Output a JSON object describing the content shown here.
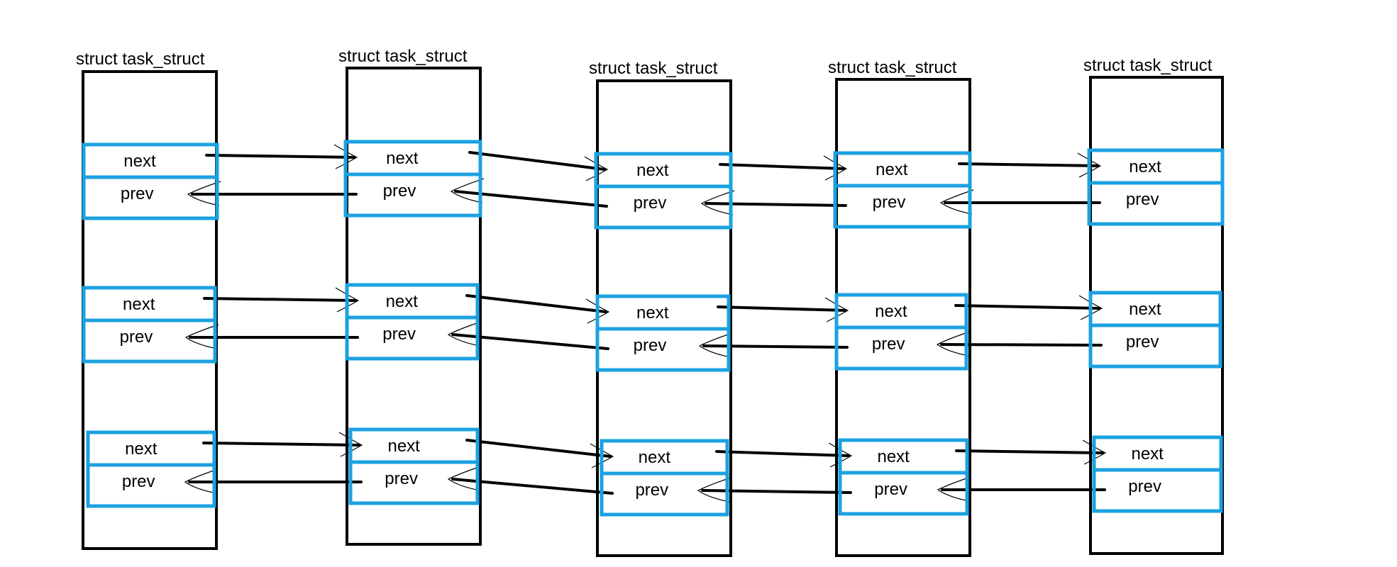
{
  "diagram": {
    "field_color": "#1ba1e2",
    "line_color": "#000000",
    "structs": [
      {
        "title": "struct task_struct",
        "nodes": [
          {
            "next": "next",
            "prev": "prev"
          },
          {
            "next": "next",
            "prev": "prev"
          },
          {
            "next": "next",
            "prev": "prev"
          }
        ]
      },
      {
        "title": "struct task_struct",
        "nodes": [
          {
            "next": "next",
            "prev": "prev"
          },
          {
            "next": "next",
            "prev": "prev"
          },
          {
            "next": "next",
            "prev": "prev"
          }
        ]
      },
      {
        "title": "struct task_struct",
        "nodes": [
          {
            "next": "next",
            "prev": "prev"
          },
          {
            "next": "next",
            "prev": "prev"
          },
          {
            "next": "next",
            "prev": "prev"
          }
        ]
      },
      {
        "title": "struct task_struct",
        "nodes": [
          {
            "next": "next",
            "prev": "prev"
          },
          {
            "next": "next",
            "prev": "prev"
          },
          {
            "next": "next",
            "prev": "prev"
          }
        ]
      },
      {
        "title": "struct task_struct",
        "nodes": [
          {
            "next": "next",
            "prev": "prev"
          },
          {
            "next": "next",
            "prev": "prev"
          },
          {
            "next": "next",
            "prev": "prev"
          }
        ]
      }
    ]
  }
}
